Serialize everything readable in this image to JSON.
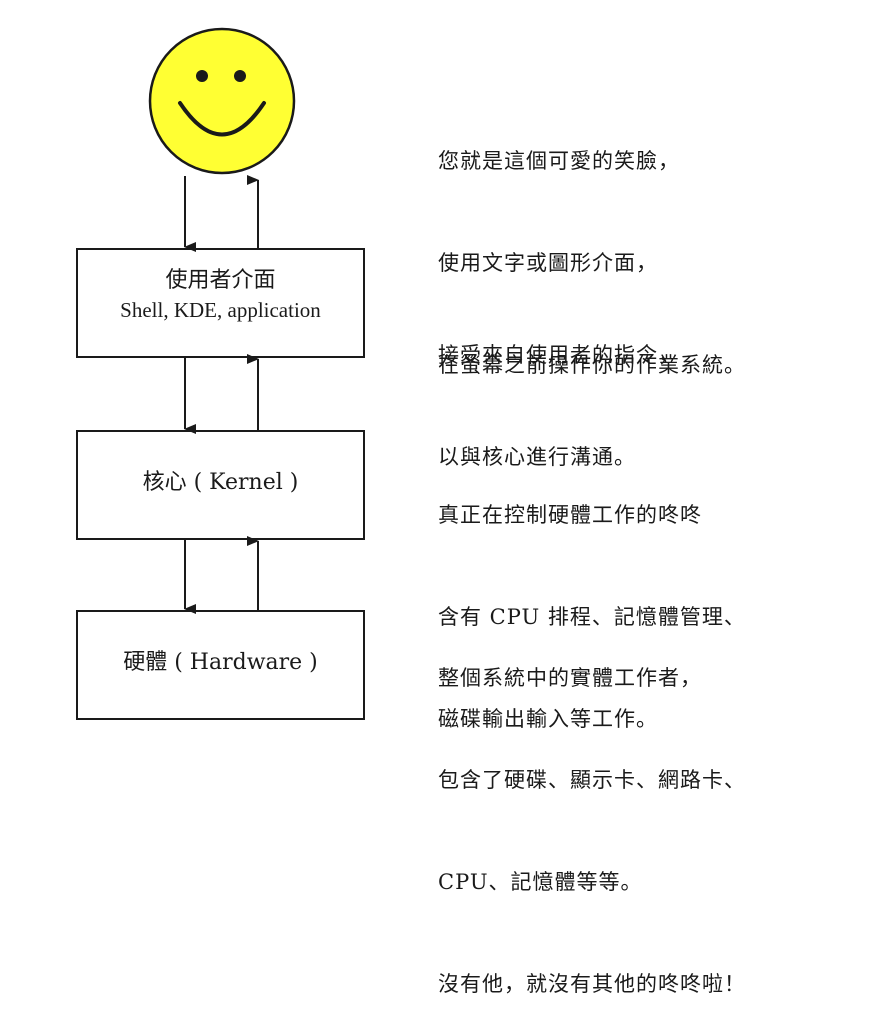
{
  "layers": [
    {
      "title": "",
      "subtitle": "",
      "description": [
        "您就是這個可愛的笑臉，",
        "使用文字或圖形介面，",
        "在螢幕之前操作你的作業系統。"
      ]
    },
    {
      "title": "使用者介面",
      "subtitle": "Shell, KDE, application",
      "description": [
        "接受來自使用者的指令，",
        "以與核心進行溝通。"
      ]
    },
    {
      "title": "核心 ( Kernel )",
      "subtitle": "",
      "description": [
        "真正在控制硬體工作的咚咚",
        "含有 CPU 排程、記憶體管理、",
        "磁碟輸出輸入等工作。"
      ]
    },
    {
      "title": "硬體 ( Hardware )",
      "subtitle": "",
      "description": [
        "整個系統中的實體工作者，",
        "包含了硬碟、顯示卡、網路卡、",
        "CPU、記憶體等等。",
        "沒有他，就沒有其他的咚咚啦！"
      ]
    }
  ],
  "colors": {
    "face_fill": "#ffff33",
    "outline": "#1a1a1a"
  },
  "icons": {
    "user": "smiley-face-icon"
  }
}
